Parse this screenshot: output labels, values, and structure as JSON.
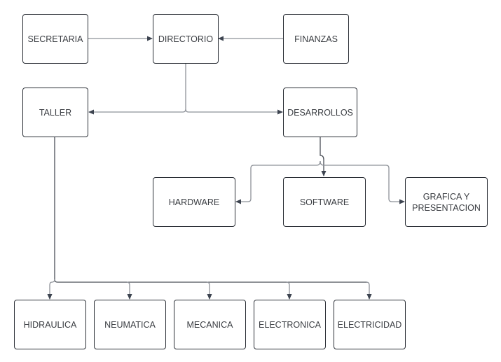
{
  "diagram": {
    "type": "org-chart",
    "nodes": [
      {
        "id": "secretaria",
        "label": "SECRETARIA"
      },
      {
        "id": "directorio",
        "label": "DIRECTORIO"
      },
      {
        "id": "finanzas",
        "label": "FINANZAS"
      },
      {
        "id": "taller",
        "label": "TALLER"
      },
      {
        "id": "desarrollos",
        "label": "DESARROLLOS"
      },
      {
        "id": "hardware",
        "label": "HARDWARE"
      },
      {
        "id": "software",
        "label": "SOFTWARE"
      },
      {
        "id": "grafica",
        "label": "GRAFICA Y\nPRESENTACION"
      },
      {
        "id": "hidraulica",
        "label": "HIDRAULICA"
      },
      {
        "id": "neumatica",
        "label": "NEUMATICA"
      },
      {
        "id": "mecanica",
        "label": "MECANICA"
      },
      {
        "id": "electronica",
        "label": "ELECTRONICA"
      },
      {
        "id": "electricidad",
        "label": "ELECTRICIDAD"
      }
    ],
    "edges": [
      {
        "from": "secretaria",
        "to": "directorio"
      },
      {
        "from": "finanzas",
        "to": "directorio"
      },
      {
        "from": "directorio",
        "to": "taller"
      },
      {
        "from": "directorio",
        "to": "desarrollos"
      },
      {
        "from": "desarrollos",
        "to": "hardware"
      },
      {
        "from": "desarrollos",
        "to": "software"
      },
      {
        "from": "desarrollos",
        "to": "grafica"
      },
      {
        "from": "taller",
        "to": "hidraulica"
      },
      {
        "from": "taller",
        "to": "neumatica"
      },
      {
        "from": "taller",
        "to": "mecanica"
      },
      {
        "from": "taller",
        "to": "electronica"
      },
      {
        "from": "taller",
        "to": "electricidad"
      }
    ],
    "colors": {
      "line": "#8e9299",
      "arrow": "#3d4450",
      "border": "#2b2f36",
      "text": "#3a3d42"
    }
  }
}
